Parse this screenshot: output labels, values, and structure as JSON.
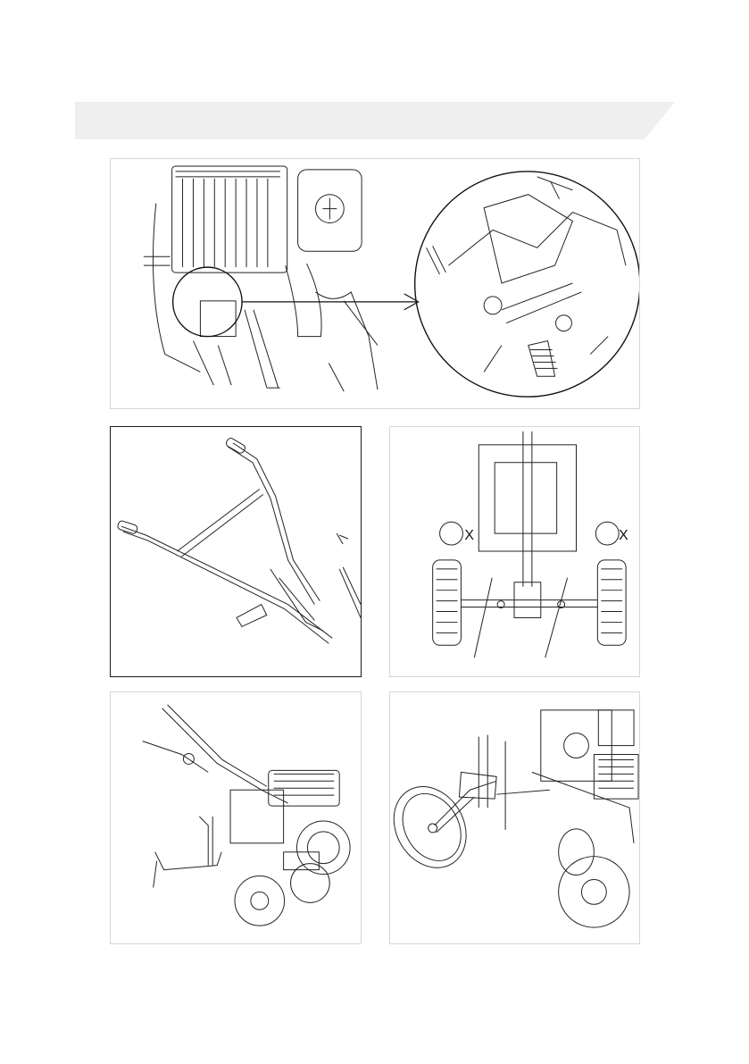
{
  "header": {
    "banner_color": "#efefef"
  },
  "figures": {
    "wheel_spacing": {
      "left_marker": "X",
      "right_marker": "X"
    }
  },
  "icons": [
    "magnifier-callout",
    "handlebar",
    "wheel-axle",
    "transport-handle",
    "support-wheel"
  ]
}
